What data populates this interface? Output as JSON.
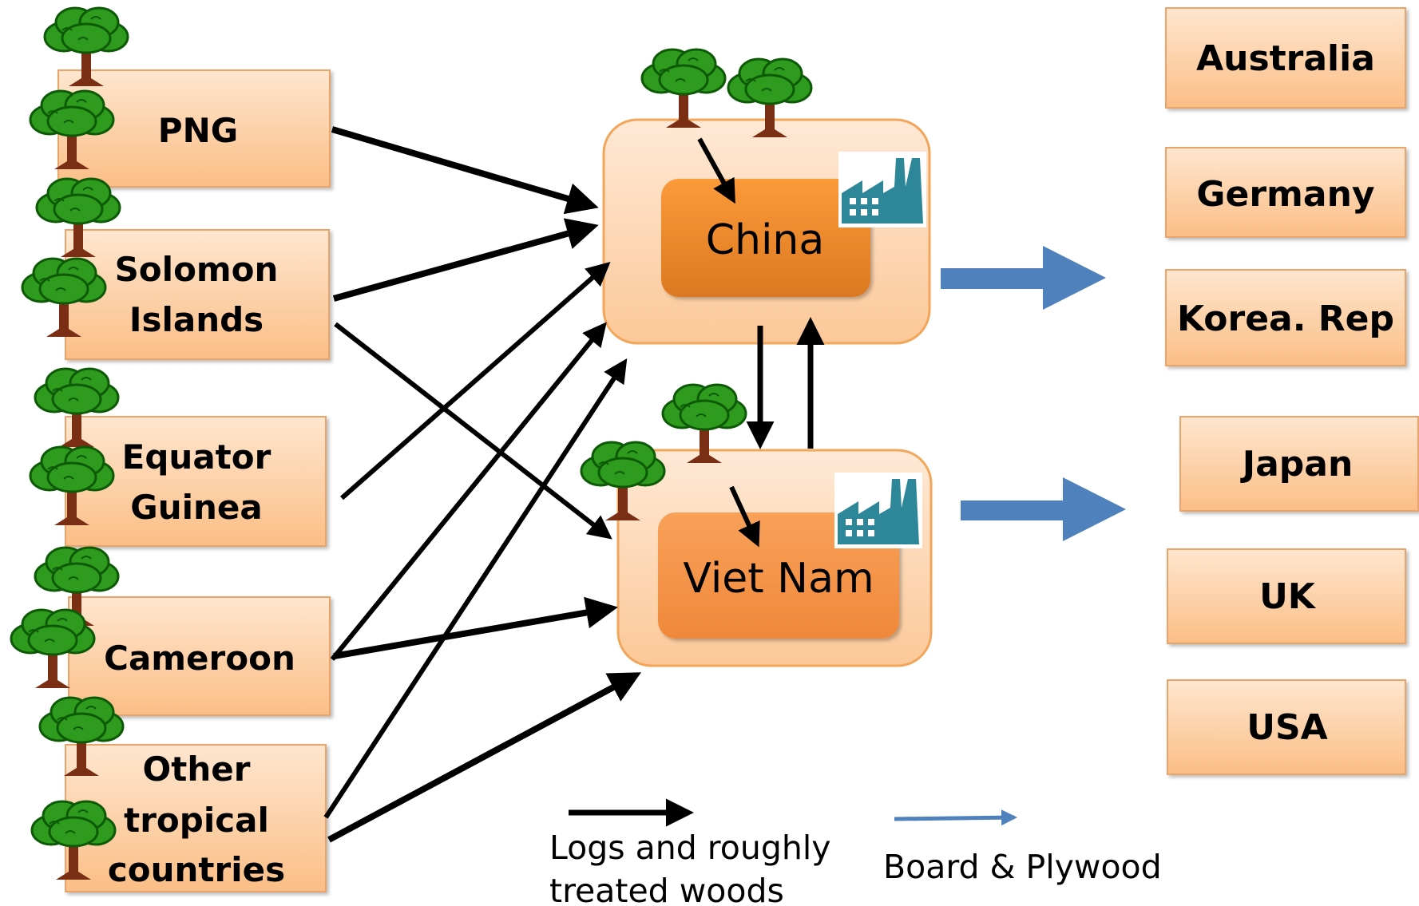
{
  "sources": [
    {
      "id": "png",
      "lines": [
        "PNG"
      ]
    },
    {
      "id": "solomon",
      "lines": [
        "Solomon",
        "Islands"
      ]
    },
    {
      "id": "equator",
      "lines": [
        "Equator",
        "Guinea"
      ]
    },
    {
      "id": "cameroon",
      "lines": [
        "Cameroon"
      ]
    },
    {
      "id": "other",
      "lines": [
        "Other",
        "tropical",
        "countries"
      ]
    }
  ],
  "hubs": [
    {
      "id": "china",
      "label": "China"
    },
    {
      "id": "vietnam",
      "label": "Viet Nam"
    }
  ],
  "destinations": [
    "Australia",
    "Germany",
    "Korea. Rep",
    "Japan",
    "UK",
    "USA"
  ],
  "legend": {
    "logs_lines": [
      "Logs and roughly",
      "treated woods"
    ],
    "board_label": "Board & Plywood"
  },
  "colors": {
    "box_light": "#fdd9b5",
    "box_mid": "#fbbf86",
    "box_border": "#e8a46a",
    "hub_inner_top": "#fa9a3c",
    "hub_inner_bottom": "#df7a1f",
    "vietnam_inner": "#f5964a",
    "tree_green": "#2e9b1f",
    "tree_dark": "#0d5a06",
    "trunk": "#7a2e14",
    "factory": "#2e8799",
    "arrow_black": "#000000",
    "arrow_blue": "#4f81bd"
  },
  "icons": [
    "tree-icon",
    "factory-icon"
  ]
}
